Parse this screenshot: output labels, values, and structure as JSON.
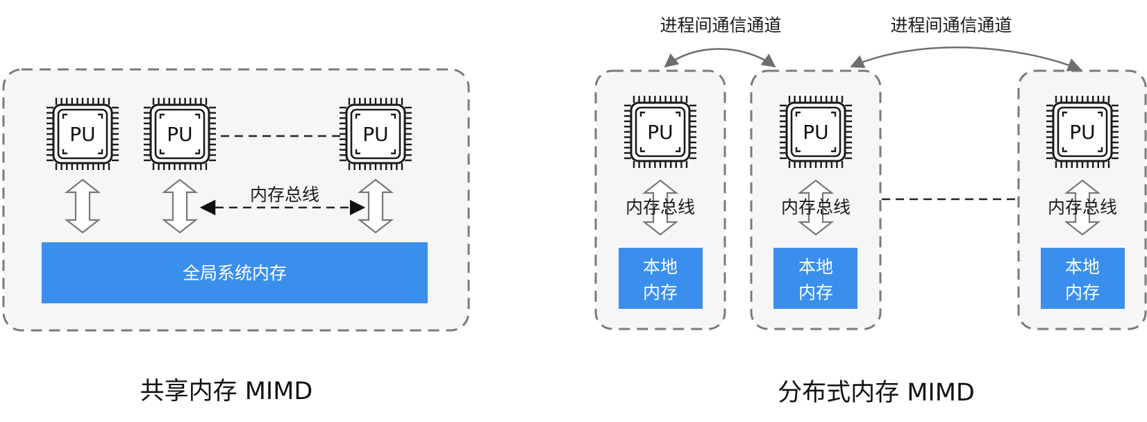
{
  "shared": {
    "caption": "共享内存 MIMD",
    "bus_label": "内存总线",
    "memory_label": "全局系统内存",
    "pu_labels": [
      "PU",
      "PU",
      "PU"
    ]
  },
  "distributed": {
    "caption": "分布式内存 MIMD",
    "channel_labels": [
      "进程间通信通道",
      "进程间通信通道"
    ],
    "nodes": [
      {
        "pu_label": "PU",
        "bus_label": "内存总线",
        "mem_line1": "本地",
        "mem_line2": "内存"
      },
      {
        "pu_label": "PU",
        "bus_label": "内存总线",
        "mem_line1": "本地",
        "mem_line2": "内存"
      },
      {
        "pu_label": "PU",
        "bus_label": "内存总线",
        "mem_line1": "本地",
        "mem_line2": "内存"
      }
    ]
  },
  "colors": {
    "memory_block": "#3b8fec",
    "panel_fill": "#f6f6f6",
    "panel_border": "#7a7a7a"
  },
  "icons": {
    "processor": "chip-icon",
    "transfer": "double-arrow-icon"
  }
}
